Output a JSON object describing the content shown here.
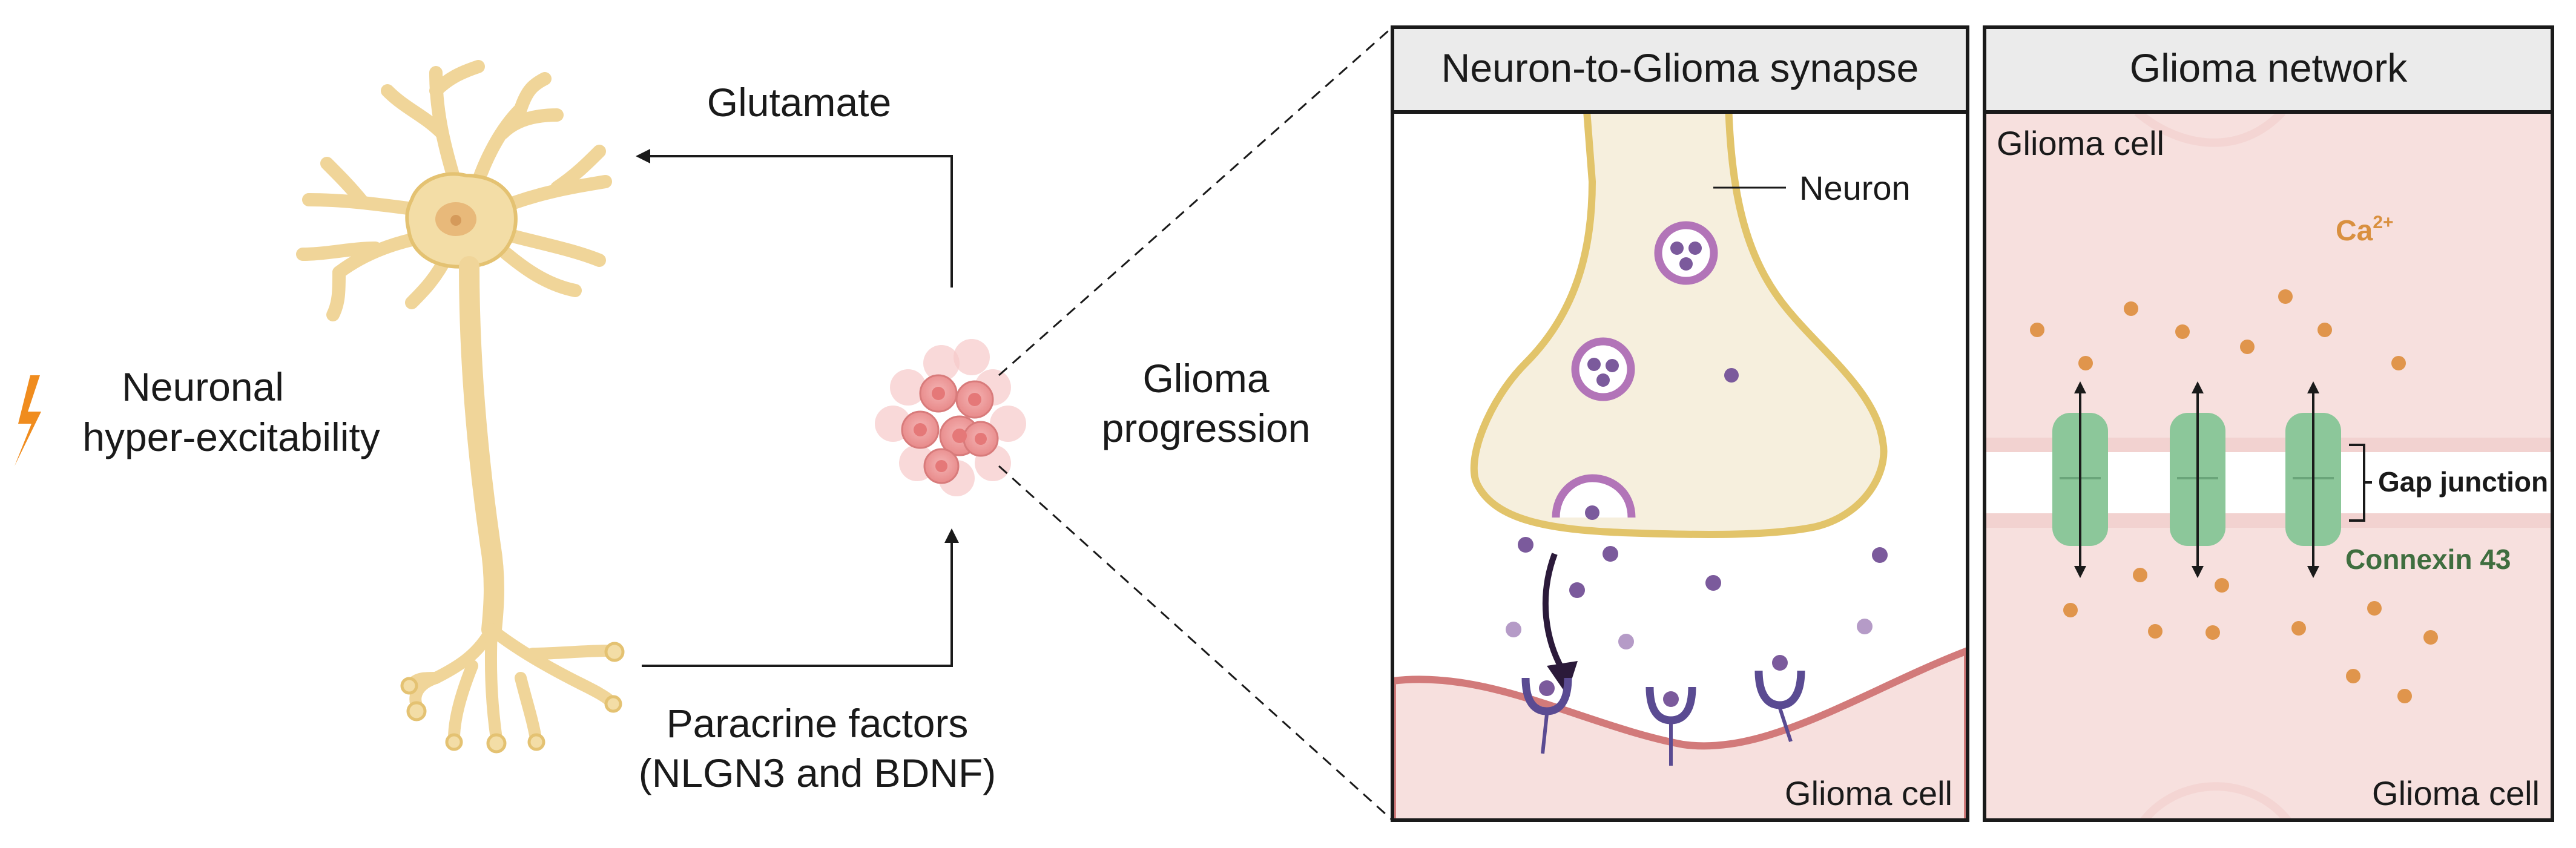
{
  "left": {
    "glutamate": "Glutamate",
    "neuronal_line1": "Neuronal",
    "neuronal_line2": "hyper-excitability",
    "glioma_line1": "Glioma",
    "glioma_line2": "progression",
    "paracrine_line1": "Paracrine factors",
    "paracrine_line2": "(NLGN3 and BDNF)"
  },
  "synapse_panel": {
    "title": "Neuron-to-Glioma synapse",
    "neuron_label": "Neuron",
    "glioma_label": "Glioma cell"
  },
  "network_panel": {
    "title": "Glioma network",
    "glioma_top": "Glioma cell",
    "glioma_bottom": "Glioma cell",
    "ca_base": "Ca",
    "ca_sup": "2+",
    "gap_junction": "Gap junction",
    "connexin": "Connexin 43"
  },
  "colors": {
    "neuron_fill": "#f3dda6",
    "neuron_outline": "#e4c272",
    "bolt": "#f08c1e",
    "vesicle": "#b274b8",
    "neurotransmitter": "#7b5a9c",
    "receptor": "#5a4b92",
    "glioma_membrane": "#d27a7a",
    "glioma_fill": "#f7e0de",
    "calcium": "#e0954c",
    "connexin": "#8cc79a",
    "connexin_text": "#3f6e3f",
    "ca_text": "#d9903f"
  }
}
